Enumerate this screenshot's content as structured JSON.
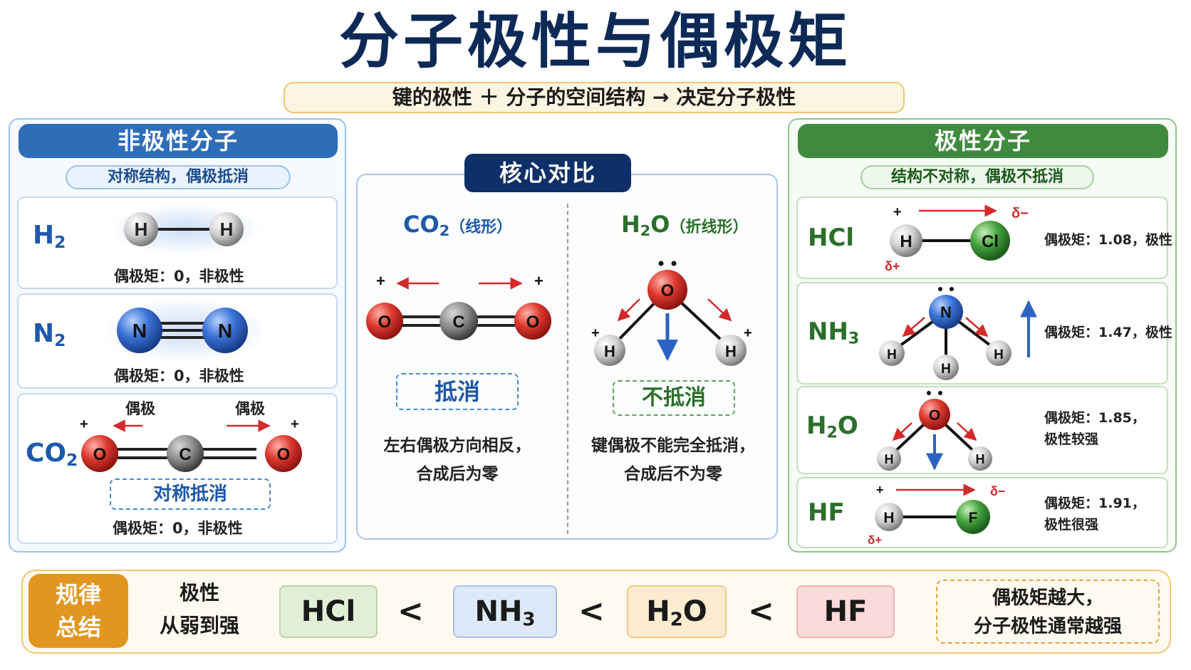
{
  "title": "分子极性与偶极矩",
  "subtitle": "键的极性 ＋ 分子的空间结构 → 决定分子极性",
  "left": {
    "header": "非极性分子",
    "pill": "对称结构，偶极抵消",
    "h2": {
      "label": "H",
      "sub": "2",
      "atom": "H",
      "result": "偶极矩：0，非极性"
    },
    "n2": {
      "label": "N",
      "sub": "2",
      "atom": "N",
      "result": "偶极矩：0，非极性"
    },
    "co2": {
      "label": "CO",
      "sub": "2",
      "dipole1": "偶极",
      "dipole2": "偶极",
      "atom_o": "O",
      "atom_c": "C",
      "cancel": "对称抵消",
      "result": "偶极矩：0，非极性"
    }
  },
  "middle": {
    "header": "核心对比",
    "co2": {
      "formula": "CO",
      "sub": "2",
      "shape": "（线形）",
      "atom_o": "O",
      "atom_c": "C",
      "tag": "抵消",
      "line1": "左右偶极方向相反，",
      "line2": "合成后为零"
    },
    "h2o": {
      "formula_h": "H",
      "sub": "2",
      "formula_o": "O",
      "shape": "（折线形）",
      "atom_o": "O",
      "atom_h": "H",
      "tag": "不抵消",
      "line1": "键偶极不能完全抵消，",
      "line2": "合成后不为零"
    },
    "plus": "+"
  },
  "right": {
    "header": "极性分子",
    "pill": "结构不对称，偶极不抵消",
    "hcl": {
      "label": "HCl",
      "atom_h": "H",
      "atom_x": "Cl",
      "delta_plus": "δ+",
      "delta_minus": "δ−",
      "plus": "+",
      "result": "偶极矩：1.08，极性"
    },
    "nh3": {
      "label": "NH",
      "sub": "3",
      "atom_n": "N",
      "atom_h": "H",
      "result": "偶极矩：1.47，极性"
    },
    "h2o": {
      "label_h": "H",
      "sub": "2",
      "label_o": "O",
      "atom_o": "O",
      "atom_h": "H",
      "result1": "偶极矩：1.85，",
      "result2": "极性较强"
    },
    "hf": {
      "label": "HF",
      "atom_h": "H",
      "atom_x": "F",
      "delta_plus": "δ+",
      "delta_minus": "δ−",
      "plus": "+",
      "result1": "偶极矩：1.91，",
      "result2": "极性很强"
    }
  },
  "bottom": {
    "badge1": "规律",
    "badge2": "总结",
    "desc1": "极性",
    "desc2": "从弱到强",
    "order": [
      "HCl",
      "NH",
      "H",
      "HF"
    ],
    "order_sub": [
      "",
      "3",
      "2",
      ""
    ],
    "order_tail": [
      "",
      "",
      "O",
      ""
    ],
    "lt": "<",
    "concl1": "偶极矩越大，",
    "concl2": "分子极性通常越强"
  },
  "colors": {
    "blue": "#2f6db8",
    "green": "#3f8a3f",
    "navy": "#0d2a57",
    "red_atom": "#d42a2a",
    "gray_atom": "#8c8c8c",
    "blue_atom": "#2d63c2",
    "green_atom": "#3c9a3c"
  }
}
